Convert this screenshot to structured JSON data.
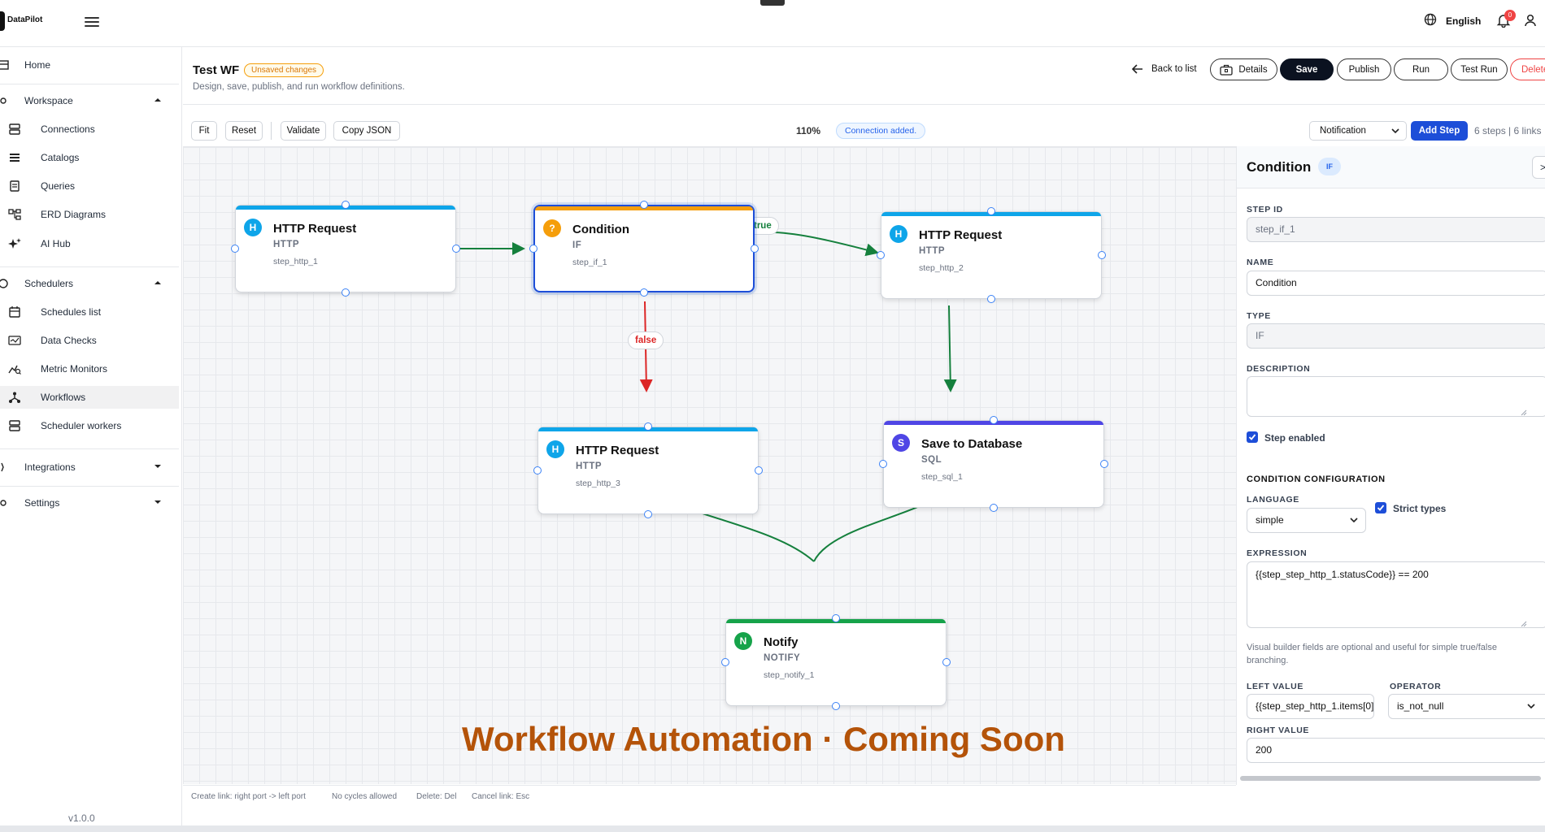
{
  "app": {
    "brand": "DataPilot",
    "language": "English",
    "notifications": "0"
  },
  "sidebar": {
    "home": "Home",
    "workspace": {
      "label": "Workspace",
      "items": [
        "Connections",
        "Catalogs",
        "Queries",
        "ERD Diagrams",
        "AI Hub"
      ]
    },
    "schedulers": {
      "label": "Schedulers",
      "items": [
        "Schedules list",
        "Data Checks",
        "Metric Monitors",
        "Workflows",
        "Scheduler workers"
      ]
    },
    "integrations": "Integrations",
    "settings": "Settings",
    "version": "v1.0.0",
    "active_item": "Workflows"
  },
  "header": {
    "title": "Test WF",
    "badge": "Unsaved changes",
    "subtitle": "Design, save, publish, and run workflow definitions.",
    "back": "Back to list",
    "buttons": {
      "details": "Details",
      "save": "Save",
      "publish": "Publish",
      "run": "Run",
      "test_run": "Test Run",
      "delete": "Delete"
    }
  },
  "toolbar": {
    "fit": "Fit",
    "reset": "Reset",
    "validate": "Validate",
    "copy_json": "Copy JSON",
    "zoom": "110%",
    "toast": "Connection added.",
    "step_type": "Notification",
    "add_step": "Add Step",
    "counts": "6 steps  |  6 links"
  },
  "nodes": [
    {
      "key": "http1",
      "title": "HTTP Request",
      "type": "HTTP",
      "id": "step_http_1",
      "badge": "H",
      "color": "#0ea5e9"
    },
    {
      "key": "if1",
      "title": "Condition",
      "type": "IF",
      "id": "step_if_1",
      "badge": "?",
      "color": "#f59e0b",
      "selected": true
    },
    {
      "key": "http2",
      "title": "HTTP Request",
      "type": "HTTP",
      "id": "step_http_2",
      "badge": "H",
      "color": "#0ea5e9"
    },
    {
      "key": "http3",
      "title": "HTTP Request",
      "type": "HTTP",
      "id": "step_http_3",
      "badge": "H",
      "color": "#0ea5e9"
    },
    {
      "key": "sql1",
      "title": "Save to Database",
      "type": "SQL",
      "id": "step_sql_1",
      "badge": "S",
      "color": "#4f46e5"
    },
    {
      "key": "notify1",
      "title": "Notify",
      "type": "NOTIFY",
      "id": "step_notify_1",
      "badge": "N",
      "color": "#16a34a"
    }
  ],
  "edges": {
    "true_label": "true",
    "true_color": "#15803d",
    "false_label": "false",
    "false_color": "#dc2626",
    "default_color": "#15803d"
  },
  "overlay": "Workflow Automation · Coming Soon",
  "statusbar": [
    "Create link: right port -> left port",
    "No cycles allowed",
    "Delete: Del",
    "Cancel link: Esc"
  ],
  "panel": {
    "title": "Condition",
    "pill": "IF",
    "close": ">",
    "step_id_label": "Step ID",
    "step_id": "step_if_1",
    "name_label": "Name",
    "name": "Condition",
    "type_label": "Type",
    "type": "IF",
    "description_label": "Description",
    "description": "",
    "step_enabled": "Step enabled",
    "section": "CONDITION CONFIGURATION",
    "language_label": "Language",
    "language": "simple",
    "strict_types": "Strict types",
    "expression_label": "Expression",
    "expression": "{{step_step_http_1.statusCode}} == 200",
    "hint": "Visual builder fields are optional and useful for simple true/false branching.",
    "left_value_label": "Left value",
    "left_value": "{{step_step_http_1.items[0]",
    "operator_label": "Operator",
    "operator": "is_not_null",
    "right_value_label": "Right value",
    "right_value": "200"
  }
}
